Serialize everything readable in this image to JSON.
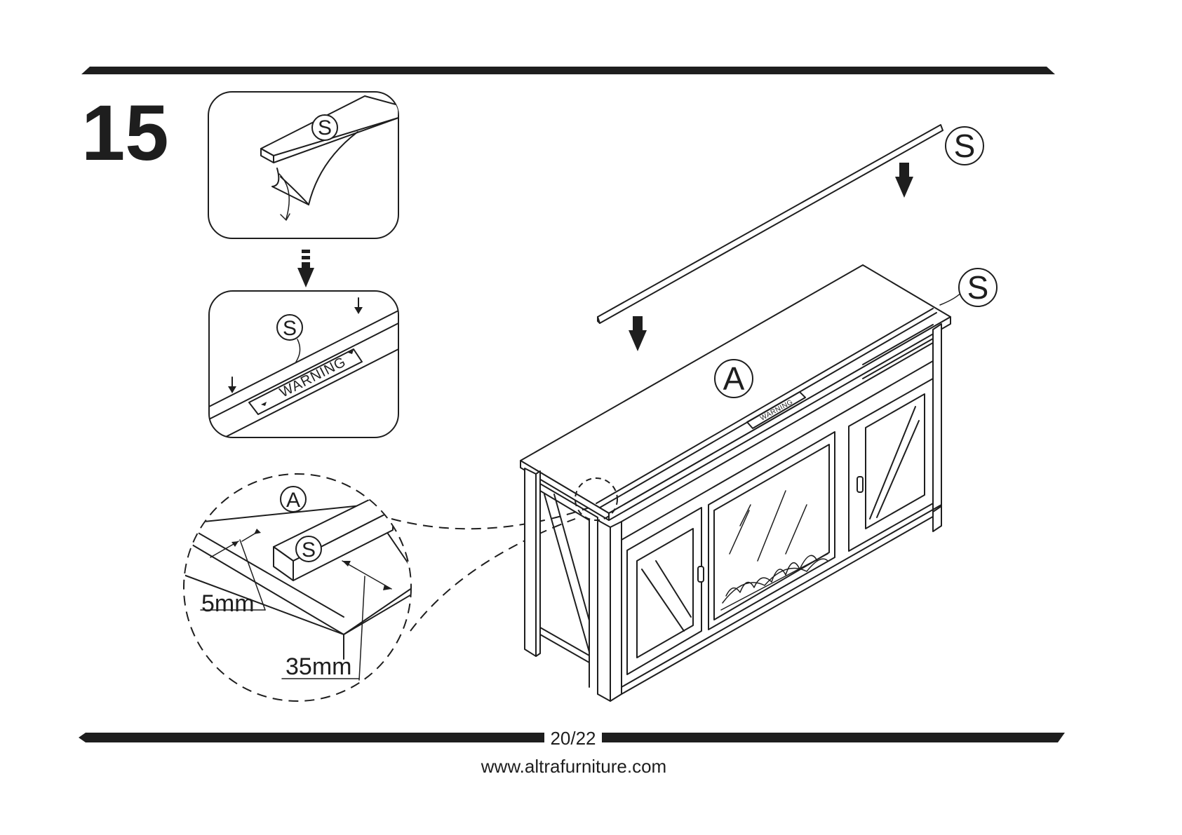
{
  "step": {
    "number": "15"
  },
  "parts": {
    "strip_label": "S",
    "panel_label": "A",
    "warning_text": "WARNING"
  },
  "dimensions": {
    "gap": "5mm",
    "offset": "35mm"
  },
  "footer": {
    "page": "20/22",
    "website": "www.altrafurniture.com"
  },
  "colors": {
    "ink": "#1e1e1e",
    "paper": "#ffffff"
  }
}
